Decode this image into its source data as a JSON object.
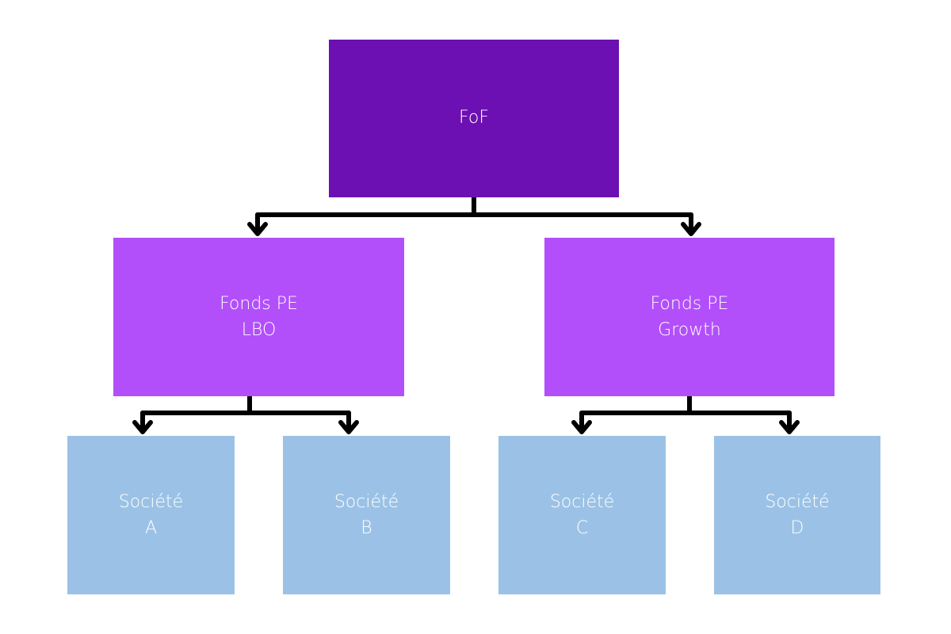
{
  "colors": {
    "root": "#6c0fb3",
    "fund": "#b24ffb",
    "company": "#9bc2e6",
    "connector": "#000000",
    "text": "#ffffff"
  },
  "nodes": {
    "root": {
      "lines": [
        "FoF"
      ]
    },
    "fund_lbo": {
      "lines": [
        "Fonds PE",
        "LBO"
      ]
    },
    "fund_growth": {
      "lines": [
        "Fonds PE",
        "Growth"
      ]
    },
    "company_a": {
      "lines": [
        "Société",
        "A"
      ]
    },
    "company_b": {
      "lines": [
        "Société",
        "B"
      ]
    },
    "company_c": {
      "lines": [
        "Société",
        "C"
      ]
    },
    "company_d": {
      "lines": [
        "Société",
        "D"
      ]
    }
  },
  "edges": [
    {
      "from": "root",
      "to": "fund_lbo"
    },
    {
      "from": "root",
      "to": "fund_growth"
    },
    {
      "from": "fund_lbo",
      "to": "company_a"
    },
    {
      "from": "fund_lbo",
      "to": "company_b"
    },
    {
      "from": "fund_growth",
      "to": "company_c"
    },
    {
      "from": "fund_growth",
      "to": "company_d"
    }
  ]
}
